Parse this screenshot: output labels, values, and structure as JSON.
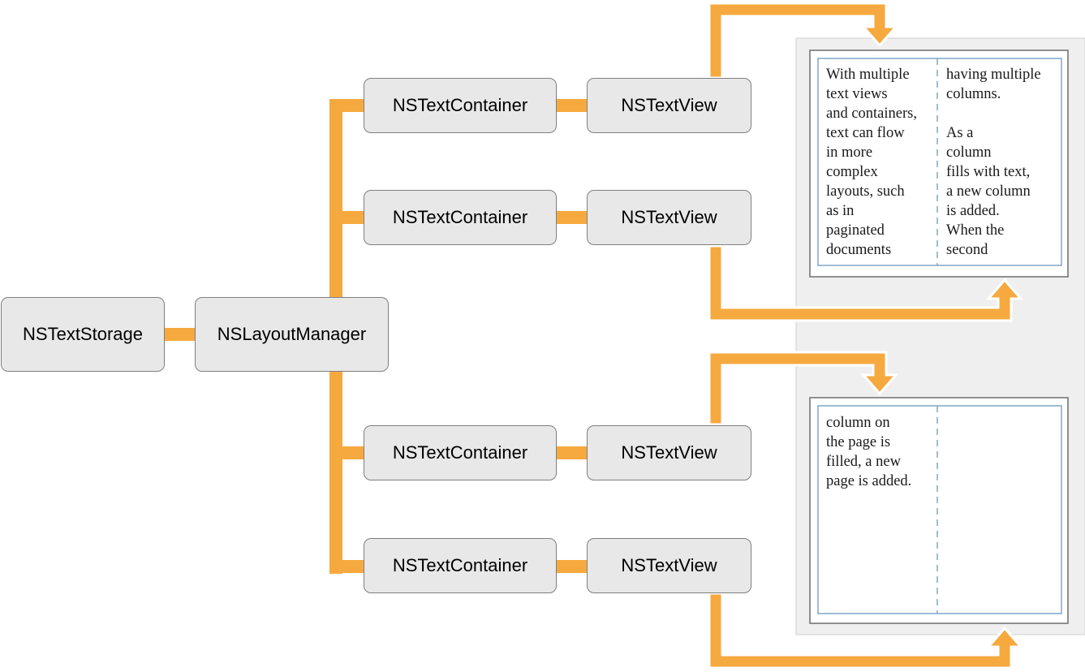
{
  "nodes": {
    "text_storage": "NSTextStorage",
    "layout_manager": "NSLayoutManager",
    "containers": [
      "NSTextContainer",
      "NSTextContainer",
      "NSTextContainer",
      "NSTextContainer"
    ],
    "views": [
      "NSTextView",
      "NSTextView",
      "NSTextView",
      "NSTextView"
    ]
  },
  "pages": [
    {
      "col1": "With multiple\ntext views\nand containers,\ntext can flow\nin more\ncomplex\nlayouts, such\nas in\npaginated\ndocuments",
      "col2": "having multiple\ncolumns.\n\nAs a\ncolumn\nfills with text,\na new column\nis added.\nWhen the\nsecond"
    },
    {
      "col1": "column on\nthe page is\nfilled, a new\npage is added.",
      "col2": ""
    }
  ],
  "colors": {
    "connector": "#f6a93f",
    "box_fill": "#e8e8e8",
    "box_border": "#7f7f7f",
    "panel_fill": "#efefef",
    "page_frame": "#6e6e6e",
    "text_frame": "#7fa7c9"
  }
}
